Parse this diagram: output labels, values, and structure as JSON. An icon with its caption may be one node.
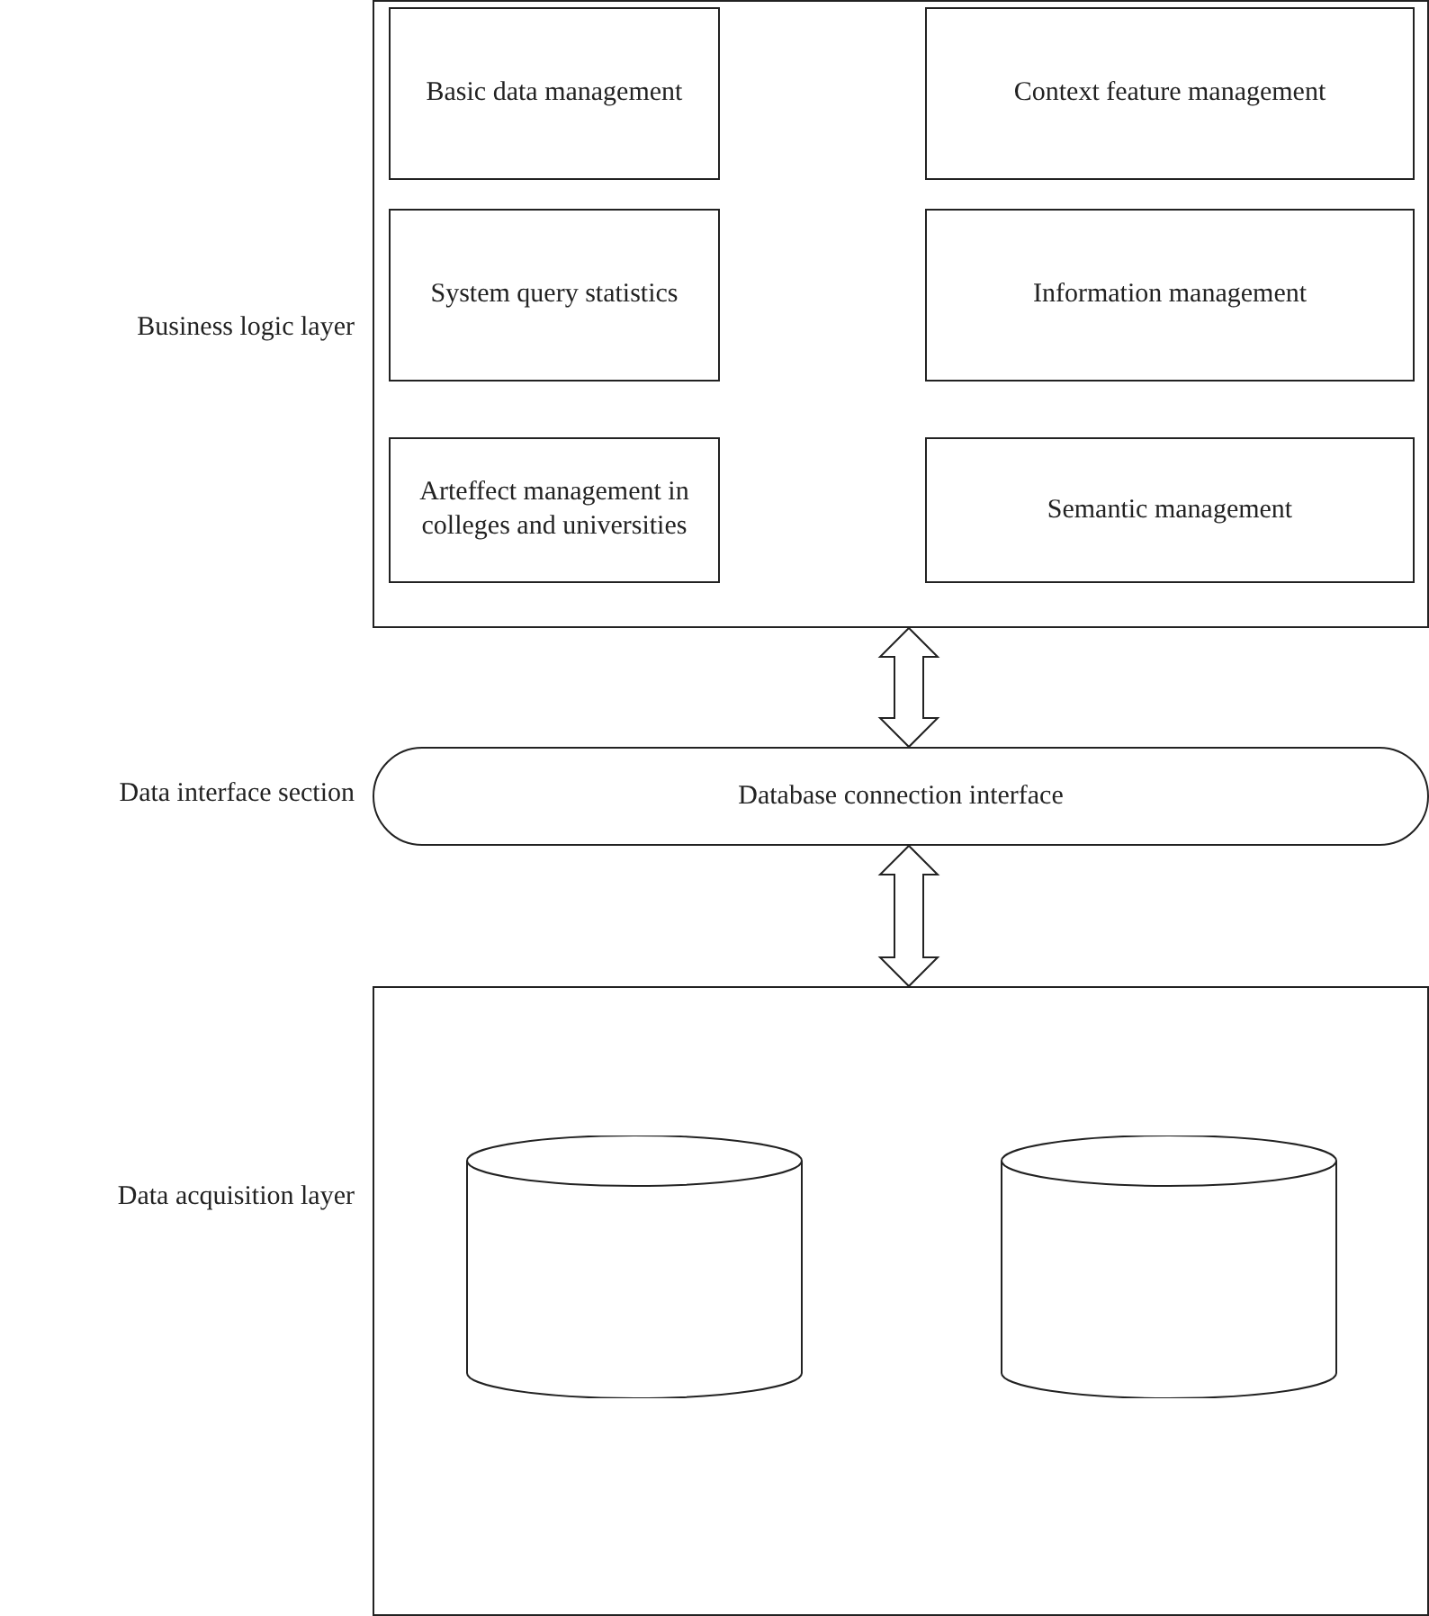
{
  "diagram": {
    "nodes": [
      {
        "text": [],
        "shape": "box",
        "beside": [
          "Business logic layer"
        ]
      },
      {
        "text": [
          "Basic data management"
        ],
        "in": 0
      },
      {
        "text": [
          "Context feature management"
        ],
        "in": 0
      },
      {
        "text": [
          "System query statistics"
        ],
        "in": 0
      },
      {
        "text": [
          "Information management"
        ],
        "in": 0
      },
      {
        "text": [
          "Arteffect management in colleges and universities"
        ],
        "in": 0
      },
      {
        "text": [
          "Semantic management"
        ],
        "in": 0
      },
      {
        "text": [
          "Database connection interface"
        ],
        "beside": [
          "Data interface section"
        ]
      },
      {
        "text": [],
        "shape": "box",
        "beside": [
          "Data acquisition layer"
        ]
      },
      {
        "text": [],
        "shape": "cylinder",
        "in": 8
      },
      {
        "text": [],
        "shape": "cylinder",
        "in": 8
      }
    ],
    "edges": [
      {
        "from": 0,
        "to": 7,
        "arrow": "both"
      },
      {
        "from": 7,
        "to": 8,
        "arrow": "both"
      }
    ]
  }
}
